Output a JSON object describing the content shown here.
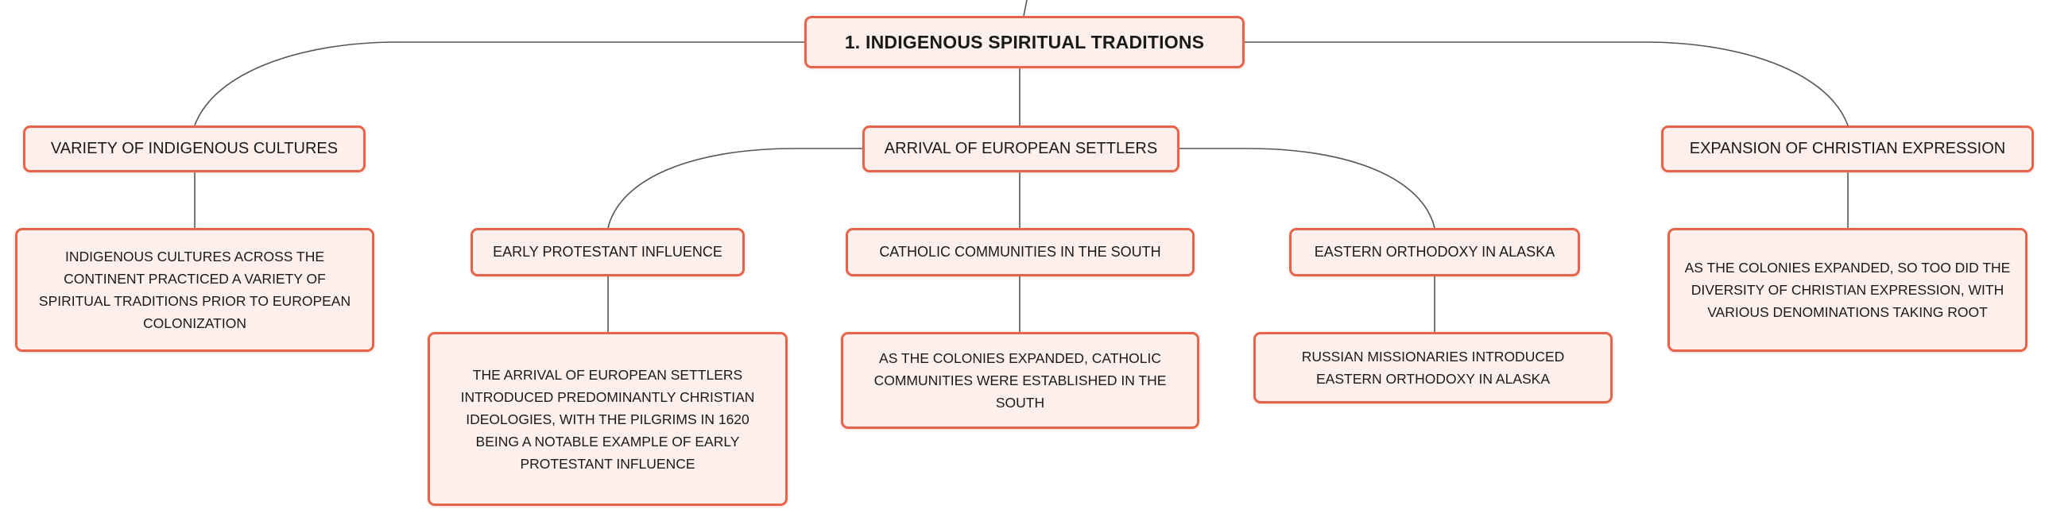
{
  "diagram": {
    "root": {
      "label": "1. INDIGENOUS SPIRITUAL TRADITIONS"
    },
    "branches": [
      {
        "label": "VARIETY OF INDIGENOUS CULTURES",
        "detail": "INDIGENOUS CULTURES ACROSS THE CONTINENT PRACTICED A VARIETY OF SPIRITUAL TRADITIONS PRIOR TO EUROPEAN COLONIZATION"
      },
      {
        "label": "ARRIVAL OF EUROPEAN SETTLERS",
        "children": [
          {
            "label": "EARLY PROTESTANT INFLUENCE",
            "detail": "THE ARRIVAL OF EUROPEAN SETTLERS INTRODUCED PREDOMINANTLY CHRISTIAN IDEOLOGIES, WITH THE PILGRIMS IN 1620 BEING A NOTABLE EXAMPLE OF EARLY PROTESTANT INFLUENCE"
          },
          {
            "label": "CATHOLIC COMMUNITIES IN THE SOUTH",
            "detail": "AS THE COLONIES EXPANDED, CATHOLIC COMMUNITIES WERE ESTABLISHED IN THE SOUTH"
          },
          {
            "label": "EASTERN ORTHODOXY IN ALASKA",
            "detail": "RUSSIAN MISSIONARIES INTRODUCED EASTERN ORTHODOXY IN ALASKA"
          }
        ]
      },
      {
        "label": "EXPANSION OF CHRISTIAN EXPRESSION",
        "detail": "AS THE COLONIES EXPANDED, SO TOO DID THE DIVERSITY OF CHRISTIAN EXPRESSION, WITH VARIOUS DENOMINATIONS TAKING ROOT"
      }
    ],
    "colors": {
      "node_border": "#e7634a",
      "node_fill": "#fdf0ec",
      "connector": "#555555"
    }
  }
}
